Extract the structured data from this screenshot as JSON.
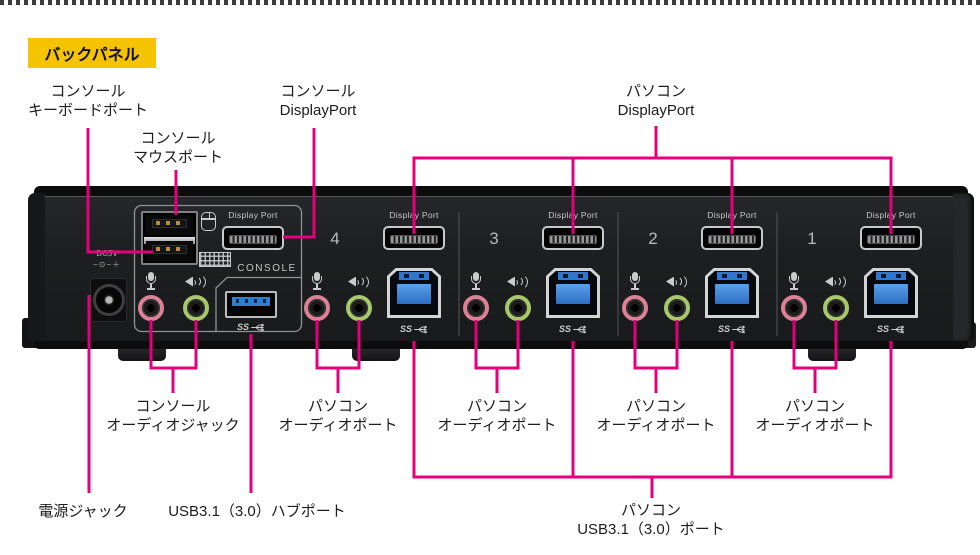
{
  "badge": {
    "label": "バックパネル"
  },
  "colors": {
    "accent": "#e3007b",
    "badge_bg": "#f5c300"
  },
  "callouts": {
    "console_keyboard": {
      "line1": "コンソール",
      "line2": "キーボードポート"
    },
    "console_mouse": {
      "line1": "コンソール",
      "line2": "マウスポート"
    },
    "console_displayport": {
      "line1": "コンソール",
      "line2": "DisplayPort"
    },
    "pc_displayport": {
      "line1": "パソコン",
      "line2": "DisplayPort"
    },
    "console_audio": {
      "line1": "コンソール",
      "line2": "オーディオジャック"
    },
    "pc_audio": {
      "line1": "パソコン",
      "line2": "オーディオポート"
    },
    "power": {
      "label": "電源ジャック"
    },
    "usb_hub": {
      "label": "USB3.1（3.0）ハブポート"
    },
    "pc_usb": {
      "line1": "パソコン",
      "line2": "USB3.1（3.0）ポート"
    }
  },
  "device": {
    "displayport_label": "Display Port",
    "console_label": "CONSOLE",
    "power_label": "DC5V",
    "power_polarity": "−⊙−＋",
    "usb_ss_label": "SS",
    "port_numbers": [
      "4",
      "3",
      "2",
      "1"
    ]
  }
}
